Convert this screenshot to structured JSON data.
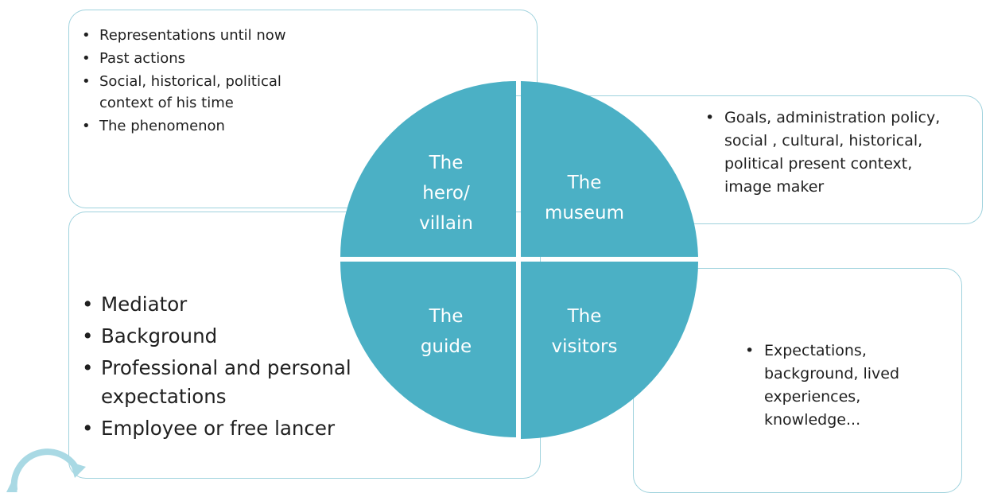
{
  "colors": {
    "quadrant": "#4bb0c5",
    "box_border": "#9fd2dd",
    "cycle": "#a9d9e4"
  },
  "icons": {
    "bullet": "•",
    "cycle": "cycle-arrows-icon"
  },
  "quadrants": [
    {
      "label": "The\nhero/\nvillain"
    },
    {
      "label": "The\nmuseum"
    },
    {
      "label": "The\nguide"
    },
    {
      "label": "The\nvisitors"
    }
  ],
  "boxes": {
    "hero_villain": {
      "items": [
        "Representations until now",
        "Past actions",
        "Social, historical, political\ncontext of his time",
        "The phenomenon"
      ]
    },
    "museum": {
      "items": [
        "Goals, administration policy,\nsocial , cultural, historical,\npolitical present context,\nimage maker"
      ]
    },
    "guide": {
      "items": [
        "Mediator",
        "Background",
        "Professional and personal\nexpectations",
        "Employee or free lancer"
      ]
    },
    "visitors": {
      "items": [
        "Expectations,\nbackground, lived\nexperiences,\nknowledge..."
      ]
    }
  }
}
